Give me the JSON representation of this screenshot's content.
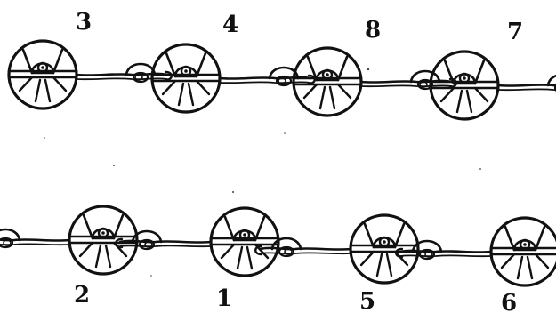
{
  "figure": {
    "ink_color": "#111111",
    "background": "#ffffff",
    "top_row_labels": [
      "3",
      "4",
      "8",
      "7"
    ],
    "bottom_row_labels": [
      "2",
      "1",
      "5",
      "6"
    ]
  }
}
